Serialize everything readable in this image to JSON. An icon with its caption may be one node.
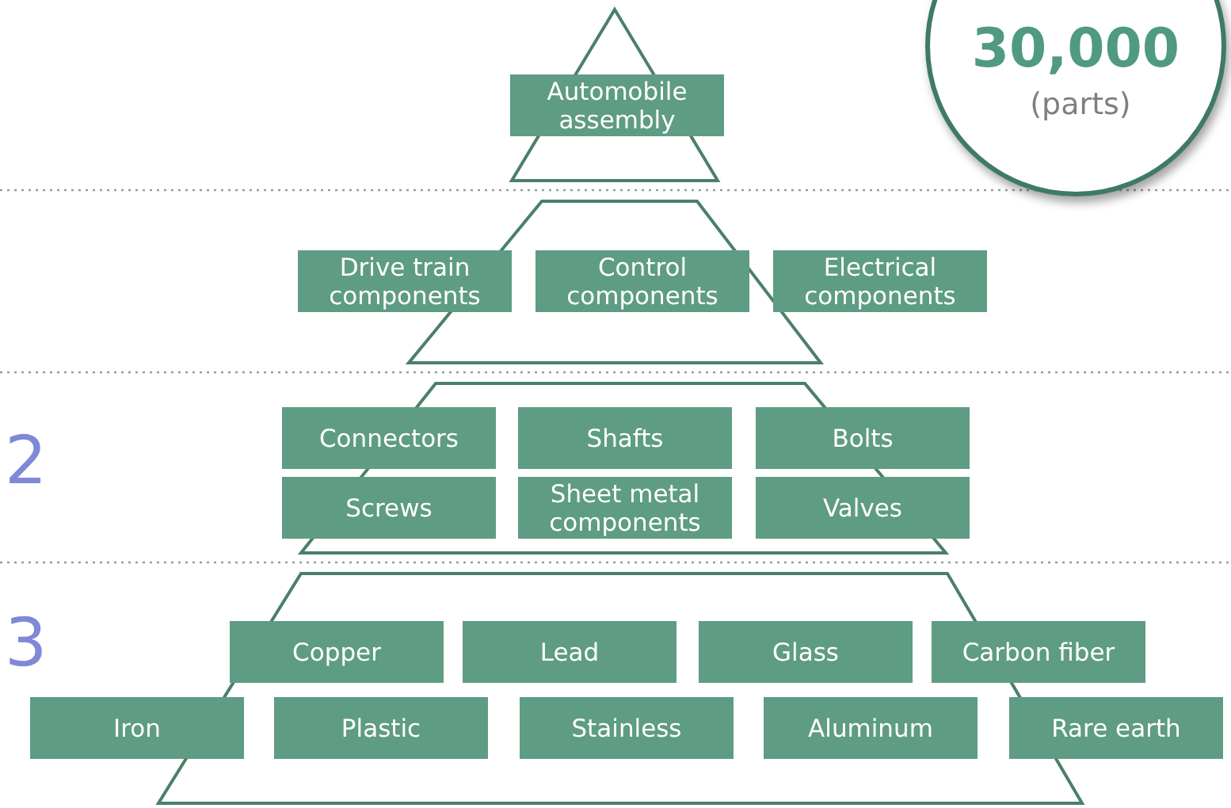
{
  "diagram": {
    "nodes": [
      {
        "text": [
          "30,000",
          "(parts)"
        ]
      },
      {
        "text": [
          "Automobile assembly"
        ]
      },
      {
        "text": [
          "Drive train components"
        ]
      },
      {
        "text": [
          "Control components"
        ]
      },
      {
        "text": [
          "Electrical components"
        ]
      },
      {
        "text": [
          "Connectors"
        ]
      },
      {
        "text": [
          "Shafts"
        ]
      },
      {
        "text": [
          "Bolts"
        ]
      },
      {
        "text": [
          "Screws"
        ]
      },
      {
        "text": [
          "Sheet metal components"
        ]
      },
      {
        "text": [
          "Valves"
        ]
      },
      {
        "text": [
          "Copper"
        ]
      },
      {
        "text": [
          "Lead"
        ]
      },
      {
        "text": [
          "Glass"
        ]
      },
      {
        "text": [
          "Carbon fiber"
        ]
      },
      {
        "text": [
          "Iron"
        ]
      },
      {
        "text": [
          "Plastic"
        ]
      },
      {
        "text": [
          "Stainless"
        ]
      },
      {
        "text": [
          "Aluminum"
        ]
      },
      {
        "text": [
          "Rare earth"
        ]
      }
    ],
    "labels": [
      "2",
      "3"
    ]
  }
}
